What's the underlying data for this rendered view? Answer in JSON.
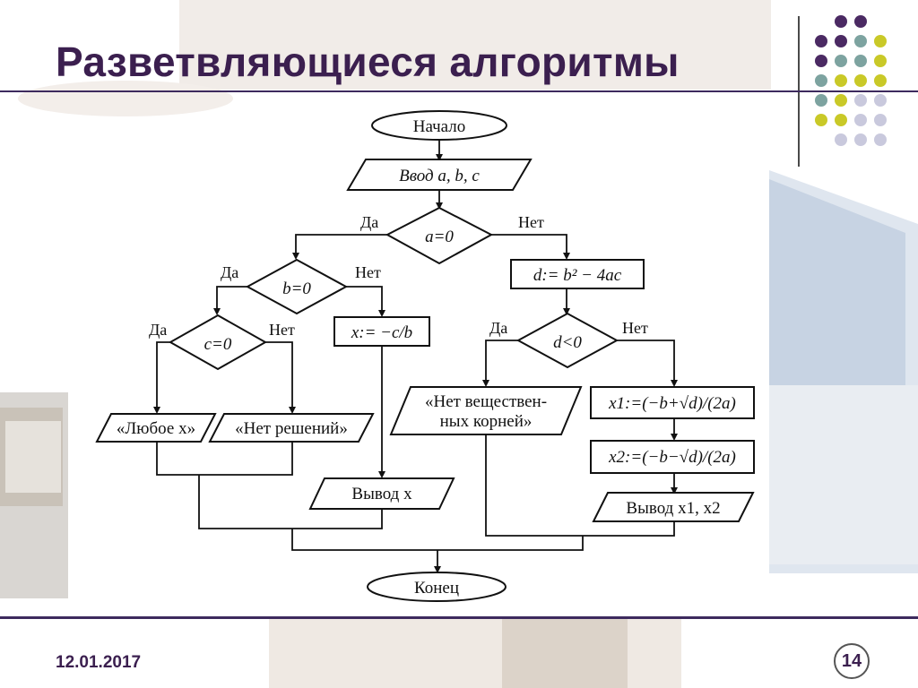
{
  "slide": {
    "title": "Разветвляющиеся алгоритмы",
    "date": "12.01.2017",
    "page_number": "14"
  },
  "colors": {
    "title": "#3b1f4f",
    "rule": "#3d2a5e",
    "dot_purple": "#4b2a63",
    "dot_teal": "#7da3a0",
    "dot_olive": "#c9c928",
    "dot_lavender": "#c9c9dd"
  },
  "flowchart": {
    "start": "Начало",
    "input": "Ввод a, b, c",
    "cond_a": "a=0",
    "cond_b": "b=0",
    "cond_c": "c=0",
    "cond_d": "d<0",
    "assign_d": "d:= b² − 4ac",
    "assign_x": "x:= −c/b",
    "out_any": "«Любое x»",
    "out_none": "«Нет решений»",
    "out_x": "Вывод x",
    "out_noroots_line1": "«Нет веществен-",
    "out_noroots_line2": "ных корней»",
    "assign_x1": "x1:=(−b+√d)/(2a)",
    "assign_x2": "x2:=(−b−√d)/(2a)",
    "out_x1x2": "Вывод x1, x2",
    "end": "Конец",
    "yes": "Да",
    "no": "Нет"
  }
}
